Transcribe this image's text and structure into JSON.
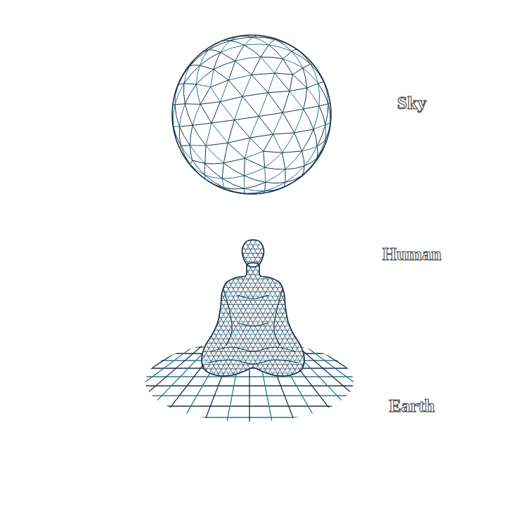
{
  "diagram": {
    "labels": [
      "Sky",
      "Human",
      "Earth"
    ]
  }
}
